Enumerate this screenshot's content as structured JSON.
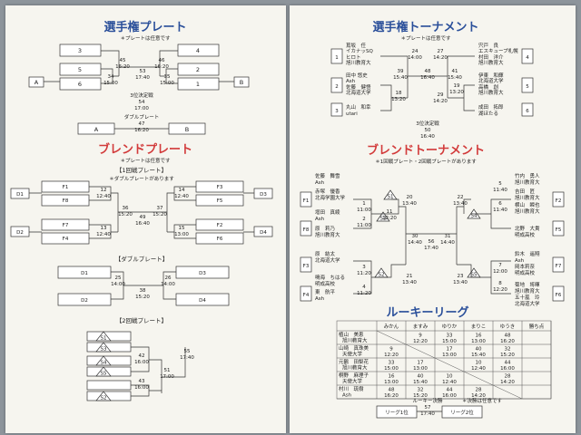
{
  "left": {
    "champ_plate": {
      "title": "選手権プレート",
      "note": "＊プレートは任意です",
      "boxes": [
        "3",
        "4",
        "5",
        "2",
        "6",
        "1",
        "A",
        "B"
      ],
      "m45": [
        "45",
        "16:20"
      ],
      "m53": [
        "53",
        "17:40"
      ],
      "m46": [
        "46",
        "16:20"
      ],
      "m34": [
        "34",
        "15:00"
      ],
      "m35": [
        "35",
        "15:00"
      ],
      "third": [
        "3位決定戦",
        "54",
        "17:00"
      ],
      "double": [
        "ダブルプレート",
        "47",
        "16:20"
      ],
      "dA": "A",
      "dB": "B"
    },
    "blend_plate": {
      "title": "ブレンドプレート",
      "note": "＊プレートは任意です",
      "r1_head": "【1回戦プレート】",
      "r1_note": "＊ダブルプレートがあります",
      "side": [
        "D1",
        "D2",
        "D3",
        "D4"
      ],
      "boxes": [
        "F1",
        "F8",
        "F7",
        "F4",
        "F3",
        "F5",
        "F2",
        "F6"
      ],
      "m12": [
        "12",
        "12:40"
      ],
      "m14": [
        "14",
        "12:40"
      ],
      "m36": [
        "36",
        "15:20"
      ],
      "m37": [
        "37",
        "15:20"
      ],
      "m49": [
        "49",
        "16:40"
      ],
      "m13": [
        "13",
        "12:40"
      ],
      "m15": [
        "15",
        "13:00"
      ],
      "dbl_head": "【ダブルプレート】",
      "dbl_boxes": [
        "D1",
        "D2",
        "D3",
        "D4"
      ],
      "m25": [
        "25",
        "14:00"
      ],
      "m26": [
        "26",
        "14:00"
      ],
      "m38": [
        "38",
        "15:20"
      ],
      "r2_head": "【2回戦プレート】",
      "tri": [
        "S1",
        "S3",
        "S4",
        "S5",
        "S2"
      ],
      "m42": [
        "42",
        "16:00"
      ],
      "m43": [
        "43",
        "16:00"
      ],
      "m51": [
        "51",
        "17:00"
      ],
      "m55": [
        "55",
        "17:40"
      ]
    }
  },
  "right": {
    "champ": {
      "title": "選手権トーナメント",
      "note": "＊プレートは任意です",
      "seeds": [
        "1",
        "2",
        "3",
        "4",
        "5",
        "6"
      ],
      "teams": [
        [
          "蔦坂　任",
          "イカナッSQ",
          "ヒロト",
          "旭川教育大"
        ],
        [
          "田中 悠史",
          "Ash",
          "佐藤　健悟",
          "北海道大学"
        ],
        [
          "丸山　和幸",
          "utari"
        ],
        [
          "宍戸　良",
          "エスキュープ札幌",
          "村田　洋介",
          "旭川教育大"
        ],
        [
          "伊東　和輝",
          "北海道大学",
          "高橋　創",
          "旭川教育大"
        ],
        [
          "成田　拓郎",
          "湖ほたる"
        ]
      ],
      "m24": [
        "24",
        "14:00"
      ],
      "m27": [
        "27",
        "14:20"
      ],
      "m39": [
        "39",
        "15:40"
      ],
      "m48": [
        "48",
        "16:40"
      ],
      "m41": [
        "41",
        "15:40"
      ],
      "m18": [
        "18",
        "13:20"
      ],
      "m19": [
        "19",
        "13:20"
      ],
      "m29": [
        "29",
        "14:20"
      ],
      "third": [
        "3位決定戦",
        "50",
        "16:40"
      ]
    },
    "blend": {
      "title": "ブレンドトーナメント",
      "note": "＊1回戦プレート・2回戦プレートがあります",
      "seeds": [
        "F1",
        "F2",
        "F3",
        "F4",
        "F5",
        "F6",
        "F7",
        "F8"
      ],
      "teams_left": [
        [
          "佐藤　舞雪",
          "Ash",
          "赤塚　優香",
          "北海学園大学"
        ],
        [
          "增田　真綾",
          "Ash",
          "原　莉乃",
          "旭川教育大"
        ],
        [
          "原　結太",
          "北海道大学",
          "鳴海　ちはる",
          "明成高校"
        ],
        [
          "東　航平",
          "Ash"
        ]
      ],
      "teams_right": [
        [
          "竹内　勇人",
          "旭川教育大",
          "吉田　匠",
          "旭川教育大"
        ],
        [
          "横山　瞬也",
          "旭川教育大",
          "北野　大貴",
          "明成高校"
        ],
        [
          "鈴木　遥翔",
          "Ash",
          "岡本莉奈",
          "明成高校"
        ],
        [
          "菊地　将暉",
          "旭川教育大",
          "五十嵐　玲",
          "北海道大学"
        ]
      ],
      "m1": [
        "1",
        "11:00"
      ],
      "m2": [
        "2",
        "11:00"
      ],
      "m11": [
        "11",
        "12:20"
      ],
      "m20": [
        "20",
        "13:40"
      ],
      "m21": [
        "21",
        "13:40"
      ],
      "m30": [
        "30",
        "14:40"
      ],
      "m56": [
        "56",
        "17:40"
      ],
      "m31": [
        "31",
        "14:40"
      ],
      "m5": [
        "5",
        "11:40"
      ],
      "m6": [
        "6",
        "11:40"
      ],
      "m22": [
        "22",
        "13:40"
      ],
      "m23": [
        "23",
        "13:40"
      ],
      "m7": [
        "7",
        "12:00"
      ],
      "m8": [
        "8",
        "12:20"
      ],
      "m3": [
        "3",
        "11:20"
      ],
      "m4": [
        "4",
        "11:20"
      ],
      "tri": [
        "S1",
        "S2",
        "S3",
        "S4",
        "S5"
      ]
    },
    "rookie": {
      "title": "ルーキーリーグ",
      "cols": [
        "みかん",
        "ますみ",
        "ゆりか",
        "まりこ",
        "ゆうき",
        "勝ち点"
      ],
      "rows": [
        {
          "n1": "植山　美恵",
          "n2": "旭川教育大",
          "cells": [
            [
              "",
              ""
            ],
            [
              "9",
              "12:20"
            ],
            [
              "33",
              "15:00"
            ],
            [
              "16",
              "13:00"
            ],
            [
              "48",
              "16:20"
            ],
            [
              ""
            ]
          ]
        },
        {
          "n1": "山崎　真珠美",
          "n2": "天使大学",
          "cells": [
            [
              "9",
              "12:20"
            ],
            [
              "",
              ""
            ],
            [
              "17",
              "13:00"
            ],
            [
              "40",
              "15:40"
            ],
            [
              "32",
              "15:20"
            ],
            [
              ""
            ]
          ]
        },
        {
          "n1": "元鶴　田梨花",
          "n2": "旭川教育大",
          "cells": [
            [
              "33",
              "15:00"
            ],
            [
              "17",
              "13:00"
            ],
            [
              "",
              ""
            ],
            [
              "10",
              "12:40"
            ],
            [
              "44",
              "16:00"
            ],
            [
              ""
            ]
          ]
        },
        {
          "n1": "桐野　麻理子",
          "n2": "天使大学",
          "cells": [
            [
              "16",
              "13:00"
            ],
            [
              "40",
              "15:40"
            ],
            [
              "10",
              "12:40"
            ],
            [
              "",
              ""
            ],
            [
              "28",
              "14:20"
            ],
            [
              ""
            ]
          ]
        },
        {
          "n1": "村川　琉樹",
          "n2": "Ash",
          "cells": [
            [
              "48",
              "16:20"
            ],
            [
              "32",
              "15:20"
            ],
            [
              "44",
              "16:00"
            ],
            [
              "28",
              "14:20"
            ],
            [
              "",
              ""
            ],
            [
              ""
            ]
          ]
        }
      ],
      "final_title": "ルーキー決勝",
      "final_m": [
        "57",
        "17:40"
      ],
      "final_note": "＊決勝は任意です",
      "l1": "リーグ1位",
      "l2": "リーグ2位"
    }
  }
}
